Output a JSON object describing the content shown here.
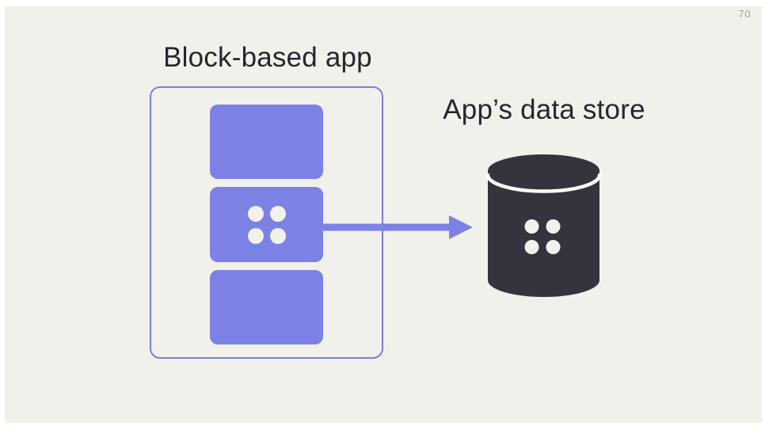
{
  "page": {
    "number": "70"
  },
  "diagram": {
    "app": {
      "label": "Block-based app",
      "block_count": 3,
      "middle_block_glyph": "four-dots"
    },
    "data_store": {
      "label": "App’s data store",
      "icon": "database-cylinder",
      "glyph": "four-dots"
    },
    "arrow": {
      "direction": "right",
      "from": "app-middle-block",
      "to": "data-store"
    }
  },
  "colors": {
    "frame_bg": "#ffffff",
    "slide_bg": "#f1f1ec",
    "purple": "#7c81e5",
    "outline": "#7b7ee2",
    "dark": "#37333e",
    "title_text": "#26262c",
    "page_number_text": "#a3a39d",
    "dot": "#f2f1ec",
    "separator": "#ffffff"
  }
}
